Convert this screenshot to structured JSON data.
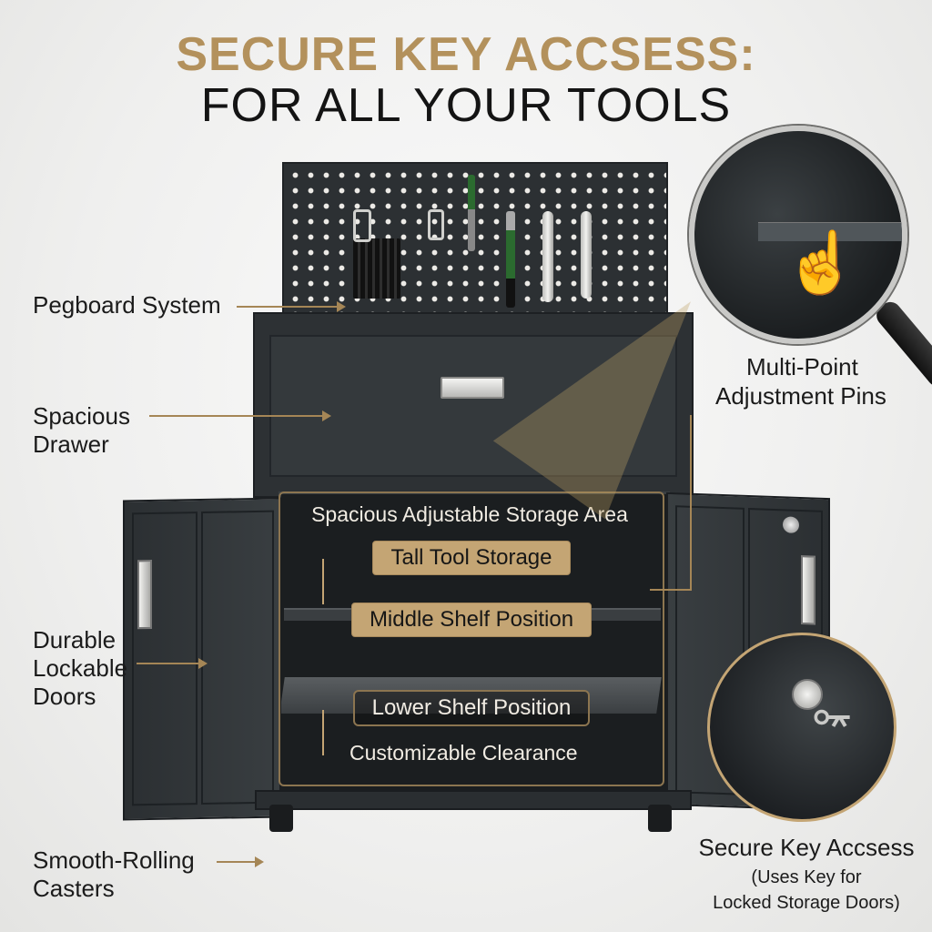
{
  "title": {
    "line1": "SECURE KEY ACCSESS:",
    "line2": "FOR ALL YOUR TOOLS"
  },
  "callouts": {
    "pegboard": "Pegboard System",
    "drawer_line1": "Spacious",
    "drawer_line2": "Drawer",
    "pins_line1": "Multi-Point",
    "pins_line2": "Adjustment Pins",
    "doors_line1": "Durable",
    "doors_line2": "Lockable",
    "doors_line3": "Doors",
    "casters_line1": "Smooth-Rolling",
    "casters_line2": "Casters",
    "key_title": "Secure Key Accsess",
    "key_sub1": "(Uses Key for",
    "key_sub2": "Locked Storage Doors)"
  },
  "storage": {
    "title": "Spacious Adjustable Storage Area",
    "tall": "Tall Tool Storage",
    "middle": "Middle Shelf Position",
    "lower": "Lower Shelf Position",
    "clearance": "Customizable Clearance"
  },
  "colors": {
    "accent_gold": "#b3915c",
    "cabinet_dark": "#2f3336",
    "text_dark": "#141414"
  },
  "icons": [
    "hand-pointer-icon",
    "magnifying-glass-icon",
    "key-icon",
    "lock-icon"
  ]
}
